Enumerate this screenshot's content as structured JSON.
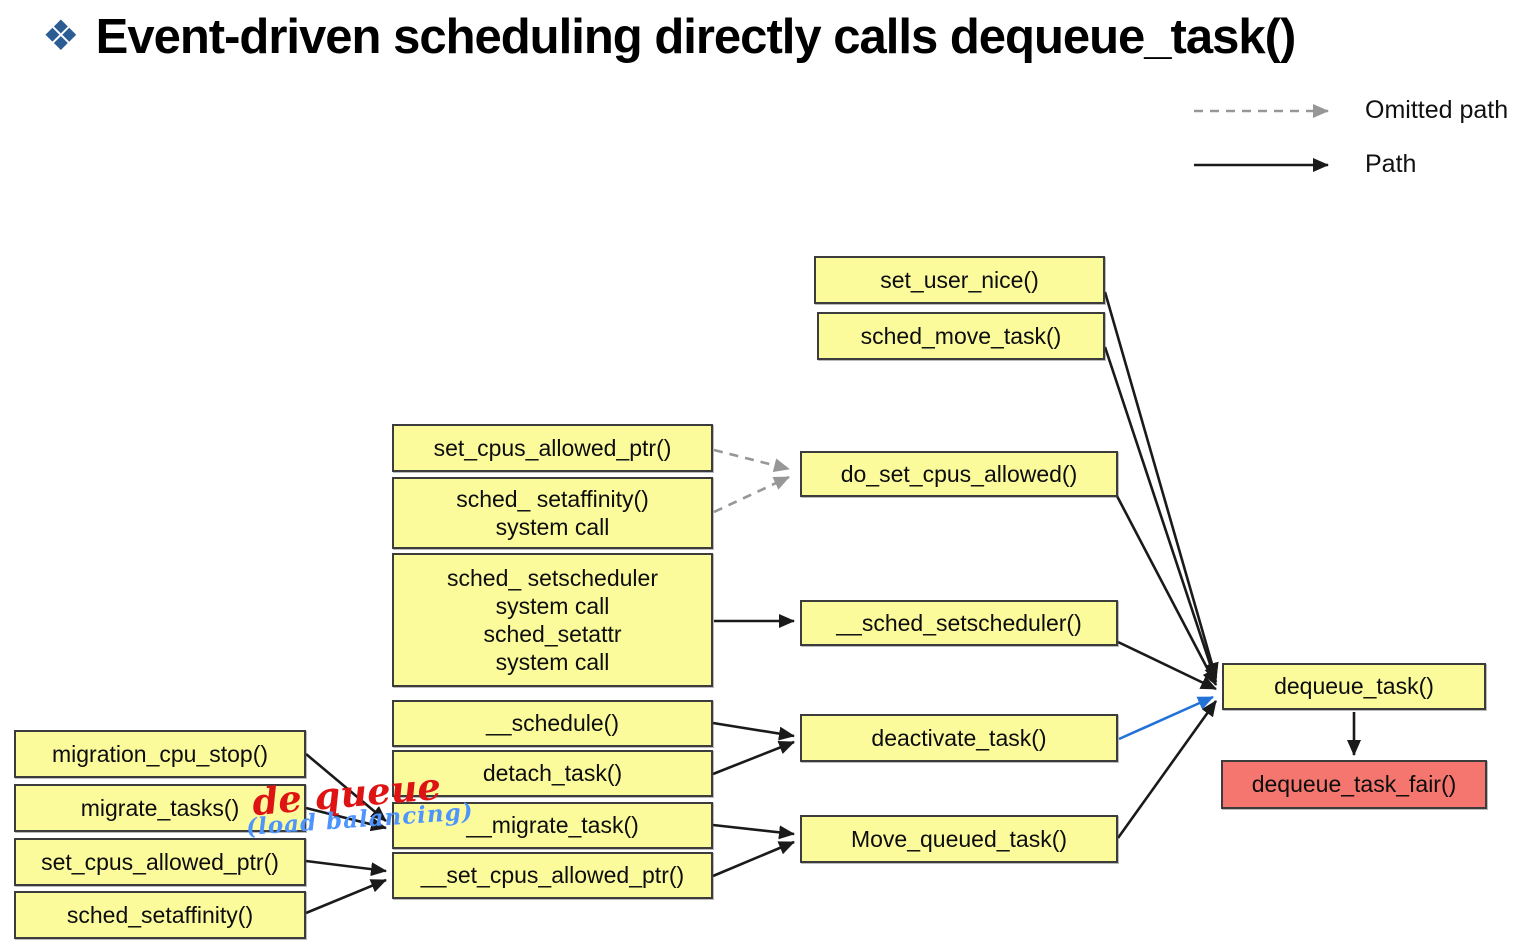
{
  "title": {
    "bullet": "❖",
    "text": "Event-driven scheduling directly calls dequeue_task()"
  },
  "legend": {
    "omitted": "Omitted path",
    "path": "Path"
  },
  "nodes": {
    "set_user_nice": "set_user_nice()",
    "sched_move_task": "sched_move_task()",
    "set_cpus_allowed_ptr_mid": "set_cpus_allowed_ptr()",
    "sched_setaffinity_syscall": "sched_ setaffinity()\nsystem call",
    "sched_setscheduler_syscall": "sched_ setscheduler\nsystem call\nsched_setattr\nsystem call",
    "schedule": "__schedule()",
    "detach_task": "detach_task()",
    "migrate_task_inner": "__migrate_task()",
    "set_cpus_allowed_ptr_inner": "__set_cpus_allowed_ptr()",
    "do_set_cpus_allowed": "do_set_cpus_allowed()",
    "sched_setscheduler_inner": "__sched_setscheduler()",
    "deactivate_task": "deactivate_task()",
    "move_queued_task": "Move_queued_task()",
    "dequeue_task": "dequeue_task()",
    "dequeue_task_fair": "dequeue_task_fair()",
    "migration_cpu_stop": "migration_cpu_stop()",
    "migrate_tasks": "migrate_tasks()",
    "set_cpus_allowed_ptr_left": "set_cpus_allowed_ptr()",
    "sched_setaffinity_left": "sched_setaffinity()"
  },
  "annotations": {
    "dequeue": "de queue",
    "load_balancing": "(load balancing)"
  },
  "colors": {
    "node-yellow": "#FBFB9C",
    "node-red": "#F5766E",
    "node-border": "#3c3c3c",
    "edge-black": "#1a1a1a",
    "edge-gray": "#979797",
    "edge-blue": "#2372D8",
    "ink-red": "#DE1414",
    "ink-blue": "#4D94FF",
    "bullet-blue": "#2B5C94"
  }
}
